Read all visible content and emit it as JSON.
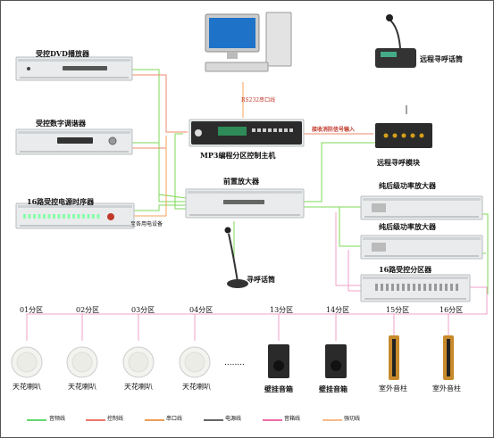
{
  "devices": {
    "dvd": "受控DVD播放器",
    "tuner": "受控数字调谐器",
    "sequencer": "16路受控电源时序器",
    "host": "MP3编程分区控制主机",
    "pre_amp": "前置放大器",
    "power_amp_1": "纯后级功率放大器",
    "power_amp_2": "纯后级功率放大器",
    "zone_controller": "16路受控分区器",
    "remote_mic": "远程寻呼话筒",
    "remote_module": "远程寻呼模块",
    "paging_mic": "寻呼话筒"
  },
  "annotations": {
    "rs232": "RS232串口线",
    "fire_signal": "接收消防信号输入",
    "power_out": "至各用电设备"
  },
  "zones": [
    {
      "label": "01分区",
      "speaker": "天花喇叭",
      "type": "ceiling"
    },
    {
      "label": "02分区",
      "speaker": "天花喇叭",
      "type": "ceiling"
    },
    {
      "label": "03分区",
      "speaker": "天花喇叭",
      "type": "ceiling"
    },
    {
      "label": "04分区",
      "speaker": "天花喇叭",
      "type": "ceiling"
    },
    {
      "label": "13分区",
      "speaker": "壁挂音箱",
      "type": "wall"
    },
    {
      "label": "14分区",
      "speaker": "壁挂音箱",
      "type": "wall"
    },
    {
      "label": "15分区",
      "speaker": "室外音柱",
      "type": "column"
    },
    {
      "label": "16分区",
      "speaker": "室外音柱",
      "type": "column"
    }
  ],
  "ellipsis": "........",
  "legend": [
    {
      "label": "音频线",
      "color": "#2ecc40"
    },
    {
      "label": "控制线",
      "color": "#e74c3c"
    },
    {
      "label": "串口线",
      "color": "#e67e22"
    },
    {
      "label": "电源线",
      "color": "#333333"
    },
    {
      "label": "音箱线",
      "color": "#e83e8c"
    },
    {
      "label": "强切线",
      "color": "#f4a460"
    }
  ],
  "colors": {
    "audio": "#7ed957",
    "control": "#ef8a6b",
    "serial": "#f5a35a",
    "power": "#444444",
    "speaker": "#f0a0c8",
    "force": "#f6c08a",
    "rack": "#e9ebec",
    "rack_edge": "#b9bcbf"
  }
}
